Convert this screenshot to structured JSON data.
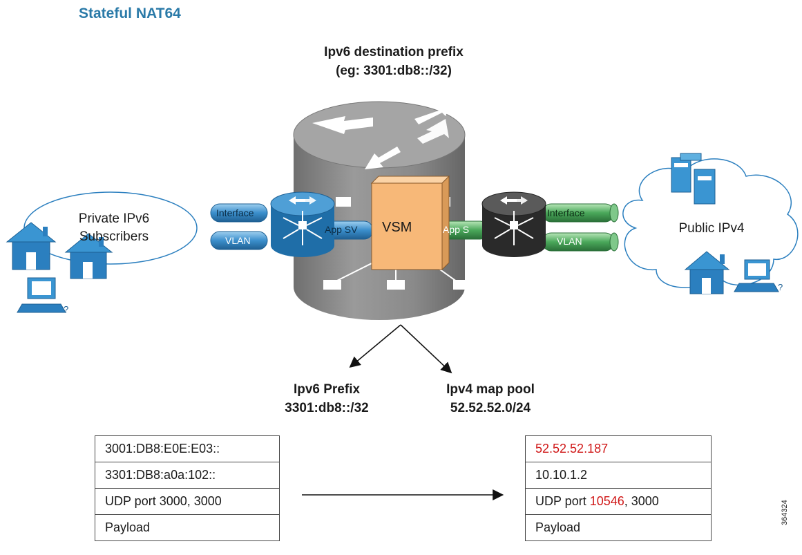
{
  "title": "Stateful NAT64",
  "destination_prefix": {
    "line1": "Ipv6 destination prefix",
    "line2": "(eg: 3301:db8::/32)"
  },
  "private_cloud": {
    "line1": "Private IPv6",
    "line2": "Subscribers"
  },
  "public_cloud": {
    "label": "Public IPv4"
  },
  "left_router": {
    "interface_label": "Interface",
    "vlan_label": "VLAN",
    "app_label": "App SV"
  },
  "right_router": {
    "interface_label": "Interface",
    "vlan_label": "VLAN",
    "app_label": "App S"
  },
  "vsm_label": "VSM",
  "ipv6_prefix": {
    "line1": "Ipv6 Prefix",
    "line2": "3301:db8::/32"
  },
  "ipv4_pool": {
    "line1": "Ipv4 map pool",
    "line2": "52.52.52.0/24"
  },
  "ipv6_packet": [
    "3001:DB8:E0E:E03::",
    "3301:DB8:a0a:102::",
    "UDP port 3000, 3000",
    "Payload"
  ],
  "ipv4_packet": {
    "row1": "52.52.52.187",
    "row2": "10.10.1.2",
    "row3_prefix": "UDP port ",
    "row3_highlight": "10546",
    "row3_suffix": ", 3000",
    "row4": "Payload"
  },
  "figure_id": "364324",
  "colors": {
    "title": "#2a7aa8",
    "router_gray": "#8a8a8a",
    "vsm_orange": "#f7b878",
    "blue_router": "#2e7fbf",
    "green_interface": "#3f9a50",
    "highlight_red": "#d01818"
  }
}
